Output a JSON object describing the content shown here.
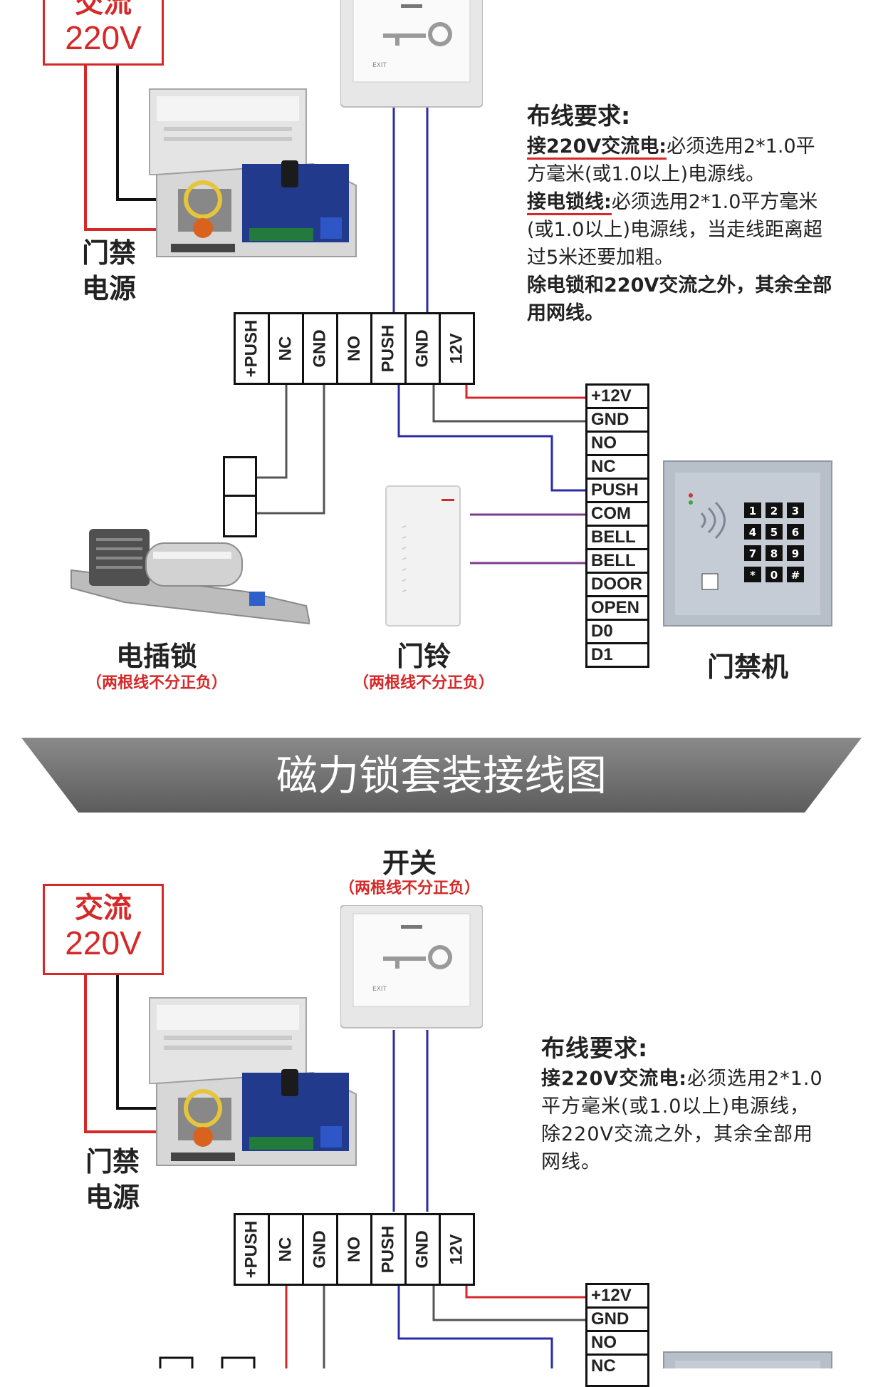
{
  "top_section": {
    "ac_box": {
      "line1": "交流",
      "line2": "220V"
    },
    "psu_label": {
      "line1": "门禁",
      "line2": "电源"
    },
    "requirements": {
      "title": "布线要求:",
      "item1_bold": "接220V交流电:",
      "item1_text": "必须选用2*1.0平方毫米(或1.0以上)电源线。",
      "item2_bold": "接电锁线:",
      "item2_text": "必须选用2*1.0平方毫米(或1.0以上)电源线，当走线距离超过5米还要加粗。",
      "item3_bold": "除电锁和220V交流之外，其余全部用网线。"
    },
    "psu_terminals": [
      "+PUSH",
      "NC",
      "GND",
      "NO",
      "PUSH",
      "GND",
      "12V"
    ],
    "keypad_terminals": [
      "+12V",
      "GND",
      "NO",
      "NC",
      "PUSH",
      "COM",
      "BELL",
      "BELL",
      "DOOR",
      "OPEN",
      "D0",
      "D1"
    ],
    "lock_label": "电插锁",
    "lock_sub": "（两根线不分正负）",
    "bell_label": "门铃",
    "bell_sub": "（两根线不分正负）",
    "keypad_label": "门禁机",
    "exit_button_text": "EXIT",
    "keypad_digits": [
      "1",
      "2",
      "3",
      "4",
      "5",
      "6",
      "7",
      "8",
      "9",
      "*",
      "0",
      "#"
    ]
  },
  "banner": {
    "title": "磁力锁套装接线图"
  },
  "bottom_section": {
    "switch_label": "开关",
    "switch_sub": "（两根线不分正负）",
    "ac_box": {
      "line1": "交流",
      "line2": "220V"
    },
    "psu_label": {
      "line1": "门禁",
      "line2": "电源"
    },
    "requirements": {
      "title": "布线要求:",
      "item1_bold": "接220V交流电:",
      "item1_text": "必须选用2*1.0平方毫米(或1.0以上)电源线，除220V交流之外，其余全部用网线。"
    },
    "psu_terminals": [
      "+PUSH",
      "NC",
      "GND",
      "NO",
      "PUSH",
      "GND",
      "12V"
    ],
    "keypad_terminals": [
      "+12V",
      "GND",
      "NO",
      "NC"
    ],
    "exit_button_text": "EXIT"
  },
  "colors": {
    "red": "#d62828",
    "blue": "#2b2ba8",
    "purple": "#7a3d8c",
    "black": "#111111"
  }
}
